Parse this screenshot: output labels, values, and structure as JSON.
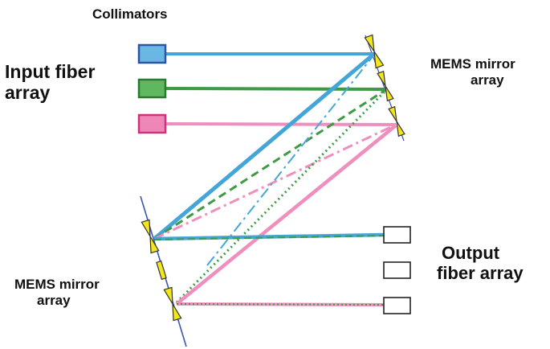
{
  "labels": {
    "collimators": "Collimators",
    "input_line1": "Input fiber",
    "input_line2": "array",
    "mems_top_line1": "MEMS mirror",
    "mems_top_line2": "array",
    "output_line1": "Output",
    "output_line2": "fiber array",
    "mems_bottom_line1": "MEMS mirror",
    "mems_bottom_line2": "array"
  },
  "colors": {
    "blue_fill": "#69b8e4",
    "blue_edge": "#2f55a5",
    "blue_beam": "#44a6d8",
    "green_fill": "#5fb860",
    "green_edge": "#2b7a30",
    "green_beam": "#3d9a45",
    "pink_fill": "#ef86b8",
    "pink_edge": "#d0337d",
    "pink_beam": "#ef8fbd",
    "mirror_line": "#3b55b0",
    "mirror_fill": "#f3e61b",
    "box_edge": "#222222"
  }
}
